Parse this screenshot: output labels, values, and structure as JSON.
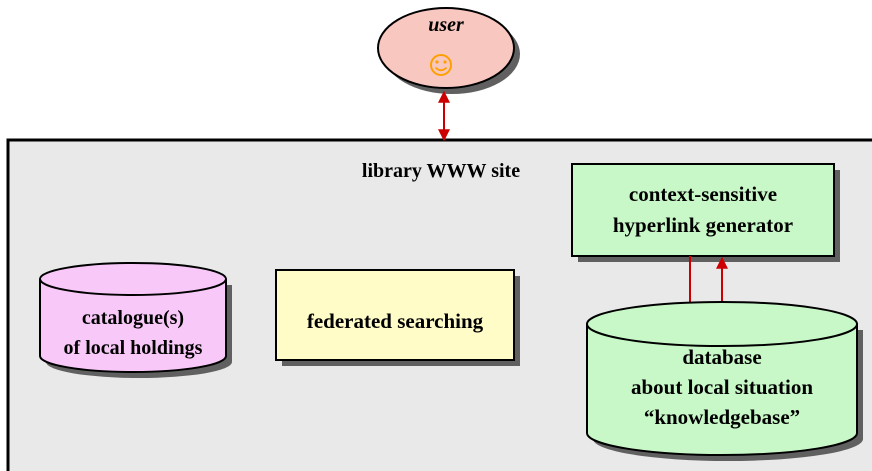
{
  "user": {
    "label": "user",
    "icon": "smiley-face-icon"
  },
  "site": {
    "label": "library WWW site"
  },
  "catalogue": {
    "line1": "catalogue(s)",
    "line2": "of local holdings"
  },
  "federated": {
    "label": "federated searching"
  },
  "generator": {
    "line1": "context-sensitive",
    "line2": "hyperlink generator"
  },
  "database": {
    "line1": "database",
    "line2": "about local situation",
    "line3": "“knowledgebase”"
  },
  "colors": {
    "user_fill": "#f8c8c0",
    "site_fill": "#e9e9e9",
    "catalogue_fill": "#f8c8f8",
    "federated_fill": "#fffcc8",
    "generator_fill": "#c8f8c8",
    "database_fill": "#c8f8c8",
    "arrow": "#cc0000",
    "shadow": "#606060",
    "smiley": "#ffa000"
  }
}
